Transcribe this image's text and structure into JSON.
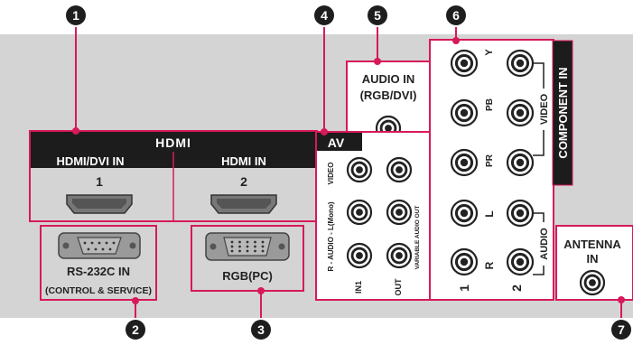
{
  "callouts": [
    "1",
    "2",
    "3",
    "4",
    "5",
    "6",
    "7"
  ],
  "colors": {
    "panel": "#d4d4d4",
    "accent": "#d7195b",
    "dark": "#1c1c1c",
    "badge": "#1e1e1e",
    "port_body": "#a7a7a7"
  },
  "hdmi": {
    "header": "HDMI",
    "ports": [
      {
        "brand": "HDMI",
        "suffix": "/DVI IN",
        "number": "1"
      },
      {
        "brand": "HDMI",
        "suffix": " IN",
        "number": "2"
      }
    ]
  },
  "rs232": {
    "line1": "RS-232C IN",
    "line2": "(CONTROL & SERVICE)"
  },
  "rgb": {
    "label": "RGB(PC)"
  },
  "audio_in": {
    "line1": "AUDIO IN",
    "line2": "(RGB/DVI)"
  },
  "av": {
    "header": "AV",
    "row_labels": [
      "VIDEO",
      "R - AUDIO - L(Mono)"
    ],
    "col_labels": [
      "IN1",
      "OUT"
    ],
    "variable_label": "VARIABLE AUDIO OUT"
  },
  "component": {
    "side_title": "COMPONENT IN",
    "left_labels": [
      "Y",
      "PB",
      "PR",
      "L",
      "R"
    ],
    "right_labels": [
      "VIDEO",
      "AUDIO"
    ],
    "bottom_numbers": [
      "1",
      "2"
    ]
  },
  "antenna": {
    "line1": "ANTENNA",
    "line2": "IN"
  }
}
